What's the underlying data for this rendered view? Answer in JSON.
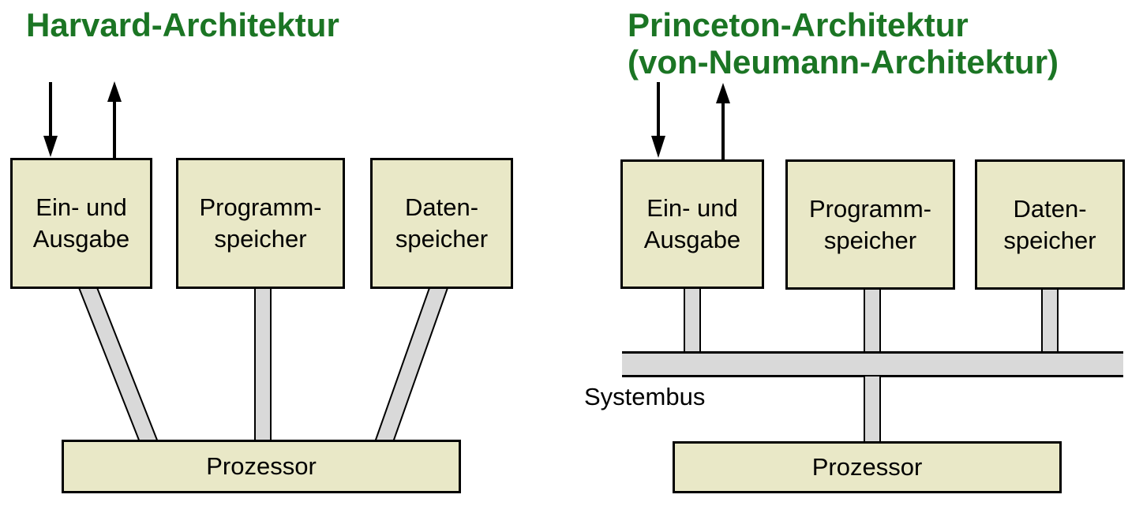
{
  "colors": {
    "title_green": "#1b7524",
    "box_fill": "#e9e8c7",
    "bar_gray": "#d9d9d9",
    "ink": "#000000"
  },
  "left": {
    "title": "Harvard-Architektur",
    "boxes": [
      {
        "line1": "Ein- und",
        "line2": "Ausgabe"
      },
      {
        "line1": "Programm-",
        "line2": "speicher"
      },
      {
        "line1": "Daten-",
        "line2": "speicher"
      }
    ],
    "processor": "Prozessor"
  },
  "right": {
    "title_line1": "Princeton-Architektur",
    "title_line2": "(von-Neumann-Architektur)",
    "boxes": [
      {
        "line1": "Ein- und",
        "line2": "Ausgabe"
      },
      {
        "line1": "Programm-",
        "line2": "speicher"
      },
      {
        "line1": "Daten-",
        "line2": "speicher"
      }
    ],
    "bus_label": "Systembus",
    "processor": "Prozessor"
  }
}
